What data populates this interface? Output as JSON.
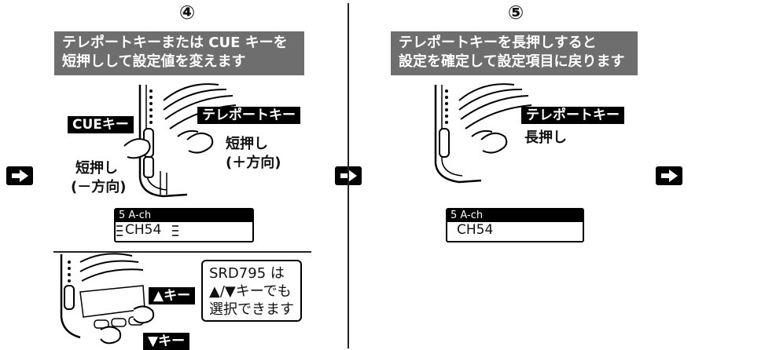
{
  "step4": {
    "number": "④",
    "banner_line1": "テレポートキーまたは CUE キーを",
    "banner_line2": "短押しして設定値を変えます",
    "cue_key_label": "CUEキー",
    "teleport_key_label": "テレポートキー",
    "press_plus_line1": "短押し",
    "press_plus_line2": "(＋方向)",
    "press_minus_line1": "短押し",
    "press_minus_line2": "(－方向)",
    "display_top": "5  A-ch",
    "display_bottom": "CH54",
    "up_key_label": "▲キー",
    "down_key_label": "▼キー",
    "note_line1": "SRD795 は",
    "note_line2": "▲/▼キーでも",
    "note_line3": "選択できます"
  },
  "step5": {
    "number": "⑤",
    "banner_line1": "テレポートキーを長押しすると",
    "banner_line2": "設定を確定して設定項目に戻ります",
    "teleport_key_label": "テレポートキー",
    "long_press_label": "長押し",
    "display_top": "5  A-ch",
    "display_bottom": "CH54"
  },
  "flow_arrows": [
    "right-arrow-icon",
    "right-arrow-icon",
    "right-arrow-icon"
  ]
}
